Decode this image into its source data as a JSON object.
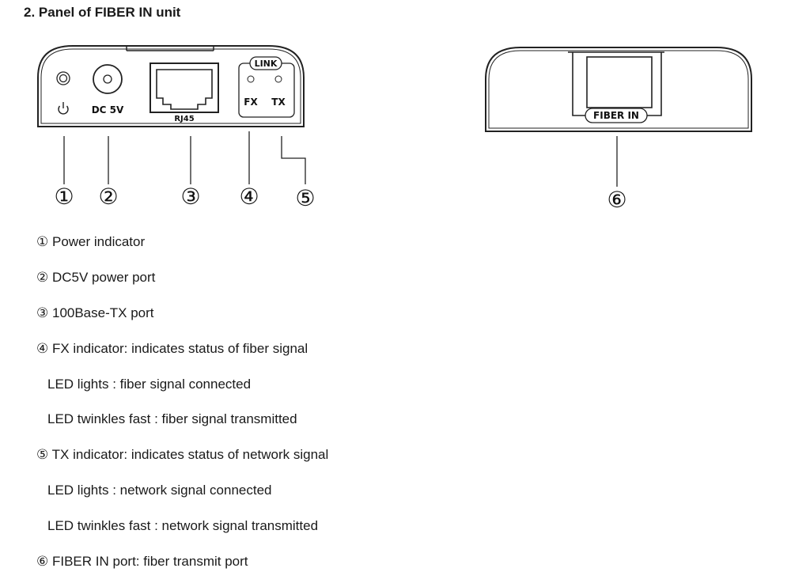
{
  "title": "2. Panel of FIBER IN unit",
  "panel_left": {
    "dc_label": "DC 5V",
    "rj45_label": "RJ45",
    "link_label": "LINK",
    "fx_label": "FX",
    "tx_label": "TX"
  },
  "panel_right": {
    "fiber_label": "FIBER IN"
  },
  "callouts": [
    "①",
    "②",
    "③",
    "④",
    "⑤",
    "⑥"
  ],
  "descriptions": [
    {
      "marker": "①",
      "text": "Power indicator"
    },
    {
      "marker": "②",
      "text": "DC5V power port"
    },
    {
      "marker": "③",
      "text": "100Base-TX port"
    },
    {
      "marker": "④",
      "text": "FX indicator: indicates status of fiber signal"
    },
    {
      "marker": "",
      "text": "LED lights : fiber signal connected"
    },
    {
      "marker": "",
      "text": "LED twinkles fast : fiber signal transmitted"
    },
    {
      "marker": "⑤",
      "text": "TX indicator: indicates status of network signal"
    },
    {
      "marker": "",
      "text": "LED lights : network signal connected"
    },
    {
      "marker": "",
      "text": "LED twinkles fast : network signal transmitted"
    },
    {
      "marker": "⑥",
      "text": "FIBER IN port: fiber transmit port"
    }
  ],
  "icons": {
    "power_symbol": "power-icon",
    "led": "led-indicator-icon"
  }
}
